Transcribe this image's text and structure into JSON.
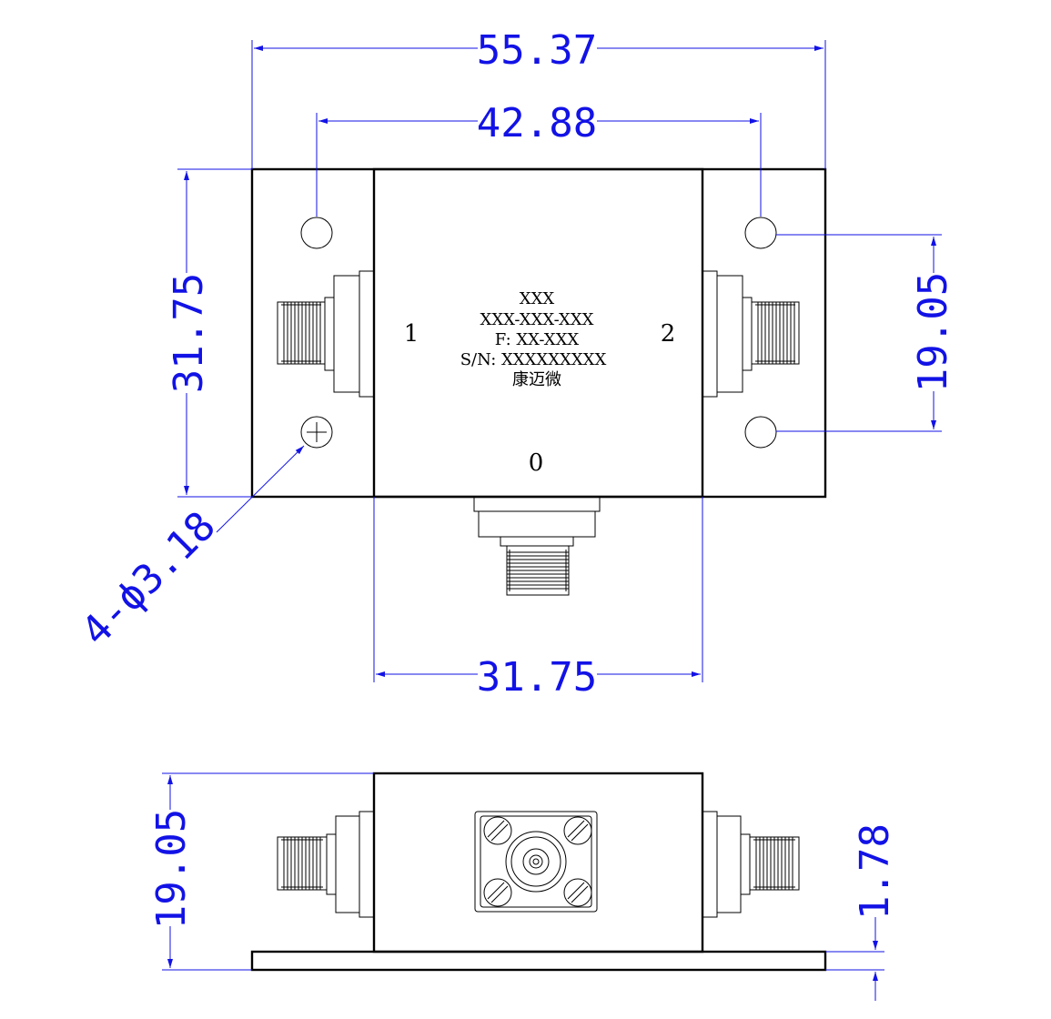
{
  "dimensions": {
    "overall_width": "55.37",
    "hole_spacing_x": "42.88",
    "body_height": "31.75",
    "hole_spacing_y": "19.05",
    "body_width": "31.75",
    "hole_callout": "4-ϕ3.18",
    "side_height": "19.05",
    "flange_thickness": "1.78"
  },
  "label": {
    "line1": "XXX",
    "line2": "XXX-XXX-XXX",
    "line3": "F: XX-XXX",
    "line4": "S/N: XXXXXXXXX",
    "line5": "康迈微"
  },
  "ports": {
    "port1": "1",
    "port2": "2",
    "port0": "0"
  },
  "colors": {
    "dimension": "#1212e6",
    "outline": "#000000"
  }
}
